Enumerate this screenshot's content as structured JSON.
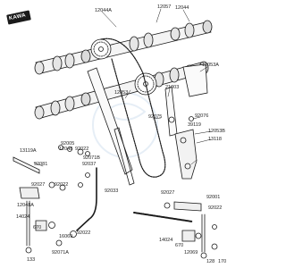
{
  "badge": {
    "text": "KAWA"
  },
  "labels": {
    "l12044A": "12044A",
    "l12057": "12057",
    "l12044": "12044",
    "l12053A": "12053A",
    "l12053": "12053",
    "l21003": "21003",
    "l92075": "92075",
    "l92076": "92076",
    "l39119": "39119",
    "l12053B": "12053B",
    "l13118": "13118",
    "l92005": "92005",
    "l12048": "12048",
    "l92022a": "92022",
    "l92071B": "92071B",
    "l92037": "92037",
    "l92081": "92081",
    "l13119A": "13119A",
    "l92027a": "92027",
    "l92022b": "92022",
    "l14024a": "14024",
    "l12048A": "12048A",
    "l670a": "670",
    "l16069": "16069",
    "l92022c": "92022",
    "l133": "133",
    "l92071A": "92071A",
    "l92033": "92033",
    "l92027b": "92027",
    "l14024b": "14024",
    "l670b": "670",
    "l12069": "12069",
    "l92001": "92001",
    "l92022d": "92022",
    "l128": "128",
    "l170": "170"
  },
  "colors": {
    "ink": "#1a1a1a",
    "watermark": "#b9cfe6"
  }
}
